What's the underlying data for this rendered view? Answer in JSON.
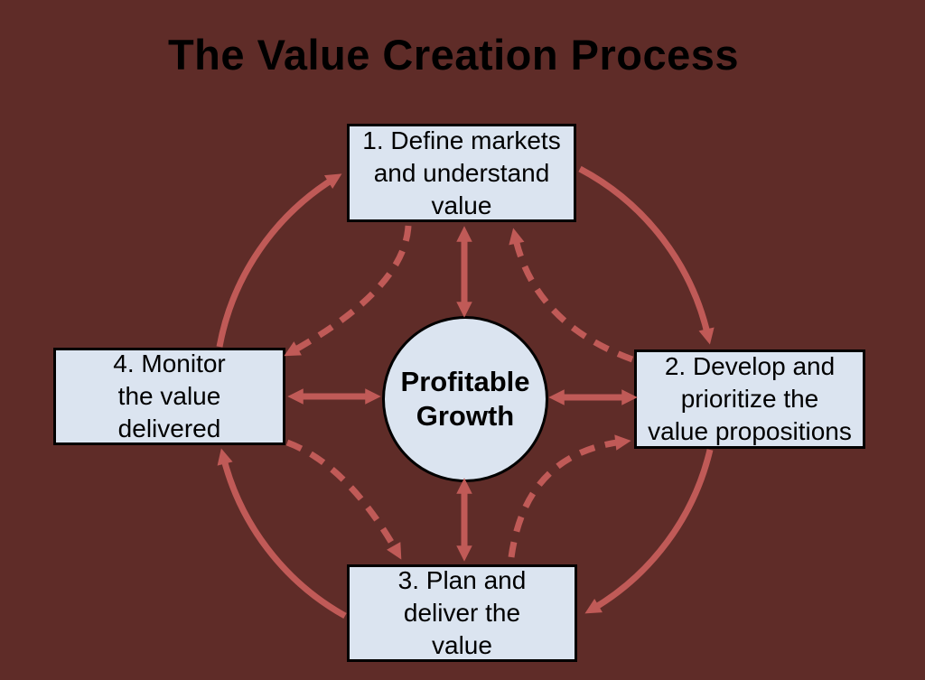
{
  "title": "The Value Creation Process",
  "center": {
    "label": "Profitable\nGrowth",
    "shape": "circle"
  },
  "boxes": [
    {
      "id": "1",
      "position": "top",
      "label": "1. Define markets\nand understand\nvalue"
    },
    {
      "id": "2",
      "position": "right",
      "label": "2. Develop and\nprioritize the\nvalue propositions"
    },
    {
      "id": "3",
      "position": "bottom",
      "label": "3. Plan and\ndeliver the\nvalue"
    },
    {
      "id": "4",
      "position": "left",
      "label": "4. Monitor\nthe value\ndelivered"
    }
  ],
  "arrows": {
    "outer_solid_clockwise": [
      "1→2",
      "2→3",
      "3→4",
      "4→1"
    ],
    "inner_dashed_counterclockwise": [
      "1→4",
      "4→3",
      "3→2",
      "2→1"
    ],
    "center_double_headed": [
      "center↔1",
      "center↔2",
      "center↔3",
      "center↔4"
    ]
  },
  "colors": {
    "background": "#5F2C28",
    "arrow": "#C05A57",
    "box_fill": "#DBE4F0",
    "box_border": "#000000",
    "text": "#000000"
  }
}
